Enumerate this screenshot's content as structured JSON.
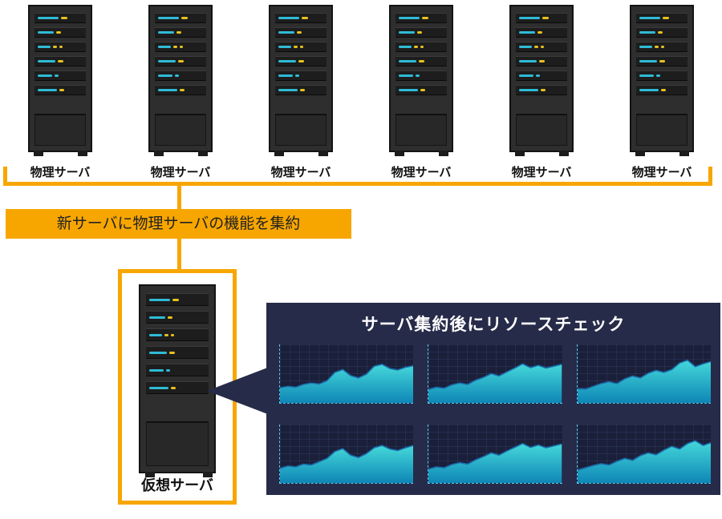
{
  "diagram": {
    "physical_servers": [
      {
        "label": "物理サーバ"
      },
      {
        "label": "物理サーバ"
      },
      {
        "label": "物理サーバ"
      },
      {
        "label": "物理サーバ"
      },
      {
        "label": "物理サーバ"
      },
      {
        "label": "物理サーバ"
      }
    ],
    "consolidation_banner": "新サーバに物理サーバの機能を集約",
    "virtual_server": {
      "label": "仮想サーバ"
    },
    "resource_panel": {
      "title": "サーバ集約後にリソースチェック"
    }
  },
  "colors": {
    "accent_orange": "#f7a600",
    "panel_navy": "#262b49",
    "indicator_cyan": "#2fbbd6",
    "indicator_yellow": "#e8c21c",
    "chart_fill_top": "#45d8da",
    "chart_fill_bottom": "#0e86b6",
    "chart_line": "#1a6aa8",
    "chart_axis": "#56c8e8"
  },
  "chart_data": {
    "type": "area",
    "title": "サーバ集約後にリソースチェック",
    "layout": "2x3 grid of sparkline area charts",
    "xlabel": "",
    "ylabel": "",
    "ylim": [
      0,
      10
    ],
    "grid": true,
    "charts": [
      {
        "values": [
          2.3,
          2.6,
          2.4,
          3.0,
          3.3,
          3.1,
          3.8,
          5.6,
          6.2,
          4.9,
          4.4,
          5.2,
          6.9,
          7.3,
          6.4,
          6.1,
          6.7,
          7.0
        ]
      },
      {
        "values": [
          1.9,
          2.4,
          2.2,
          2.9,
          3.3,
          3.0,
          3.9,
          4.5,
          5.3,
          4.8,
          5.7,
          6.5,
          7.4,
          6.6,
          7.1,
          6.5,
          6.9,
          7.3
        ]
      },
      {
        "values": [
          2.1,
          2.0,
          2.6,
          3.2,
          3.6,
          3.2,
          4.2,
          4.8,
          4.4,
          5.4,
          6.0,
          5.6,
          6.2,
          7.6,
          8.2,
          6.8,
          7.4,
          7.9
        ]
      },
      {
        "values": [
          2.2,
          2.7,
          2.5,
          3.1,
          2.9,
          3.6,
          4.3,
          5.8,
          6.4,
          5.0,
          4.5,
          5.3,
          6.6,
          7.1,
          6.3,
          6.0,
          6.6,
          7.1
        ]
      },
      {
        "values": [
          2.0,
          2.5,
          2.3,
          3.0,
          3.4,
          3.1,
          4.0,
          4.7,
          5.5,
          5.0,
          5.9,
          6.7,
          7.5,
          6.7,
          7.2,
          6.6,
          7.0,
          7.4
        ]
      },
      {
        "values": [
          1.8,
          2.3,
          2.8,
          3.2,
          2.9,
          3.7,
          4.3,
          3.9,
          4.9,
          5.5,
          5.1,
          6.1,
          6.9,
          6.3,
          7.5,
          8.1,
          7.1,
          7.7
        ]
      }
    ]
  }
}
